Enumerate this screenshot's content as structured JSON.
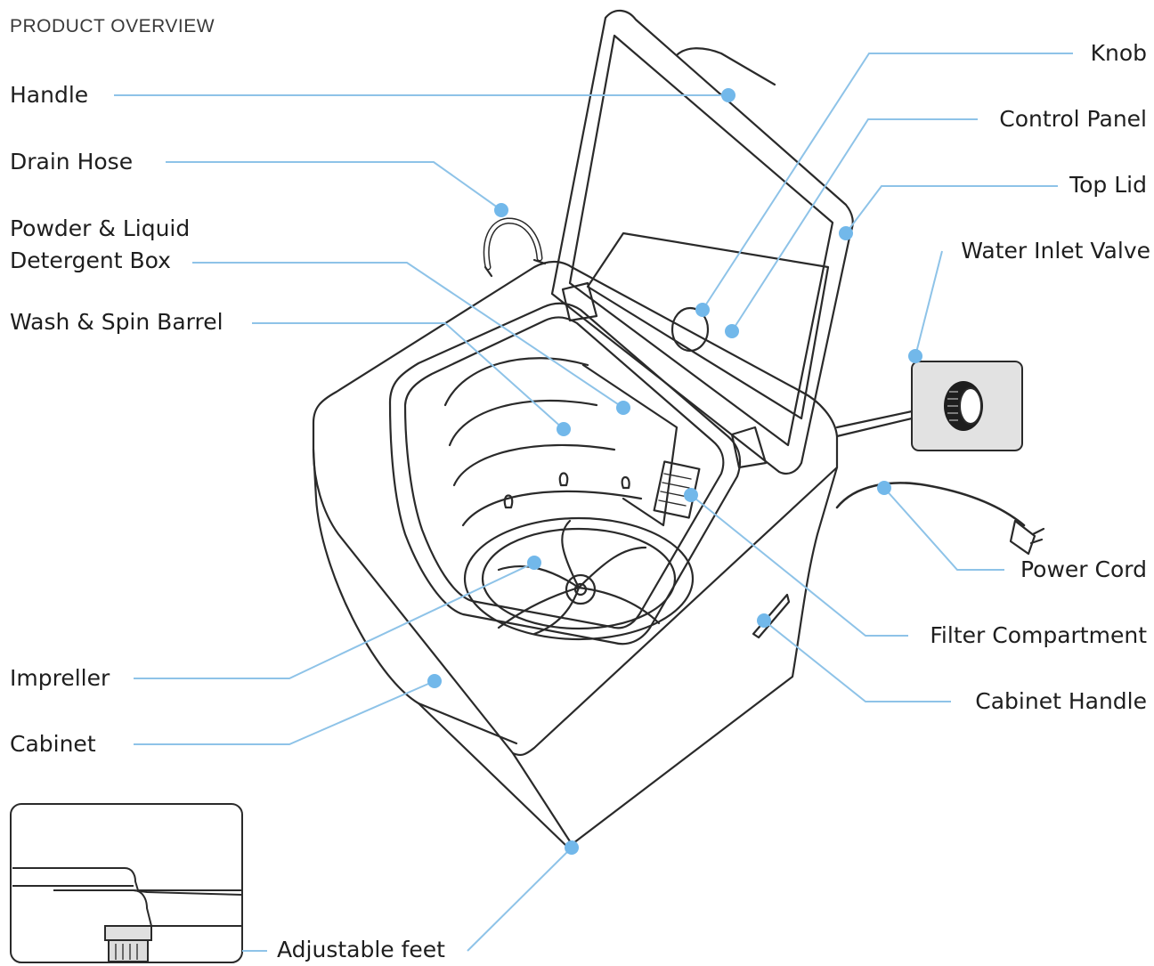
{
  "heading": "PRODUCT OVERVIEW",
  "colors": {
    "leader": "#8ec3e8",
    "dot": "#72b8ea",
    "outline": "#2a2a2a",
    "text": "#1e1e1e"
  },
  "labels": {
    "handle": "Handle",
    "drain_hose": "Drain Hose",
    "detergent_box_line1": "Powder & Liquid",
    "detergent_box_line2": "Detergent Box",
    "barrel": "Wash & Spin Barrel",
    "impeller": "Impreller",
    "cabinet": "Cabinet",
    "adjustable_feet": "Adjustable feet",
    "knob": "Knob",
    "control_panel": "Control Panel",
    "top_lid": "Top Lid",
    "water_inlet_valve": "Water Inlet Valve",
    "power_cord": "Power Cord",
    "filter_compartment": "Filter Compartment",
    "cabinet_handle": "Cabinet Handle"
  },
  "icons": {
    "washer": "washing-machine-illustration",
    "inlet_inset": "water-inlet-valve-inset",
    "feet_inset": "adjustable-feet-inset"
  }
}
